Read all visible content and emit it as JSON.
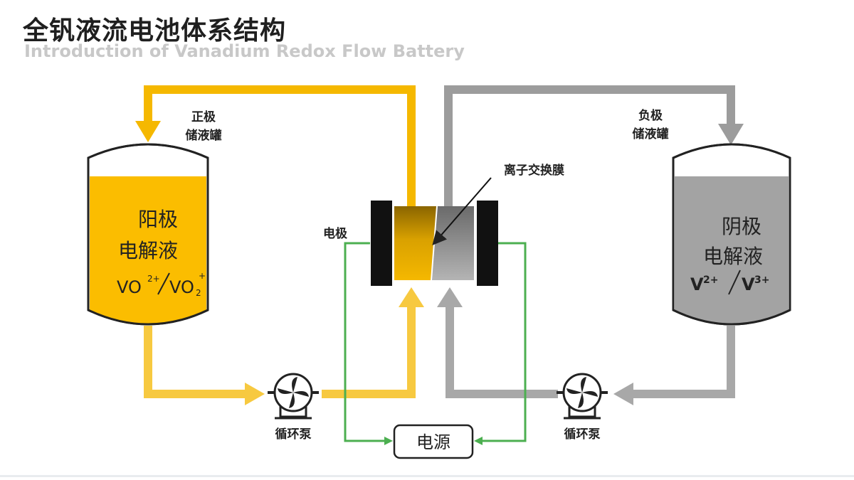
{
  "header": {
    "title": "全钒液流电池体系结构",
    "subtitle": "Introduction of Vanadium Redox Flow Battery"
  },
  "positive_tank": {
    "label_line1": "正极",
    "label_line2": "储液罐",
    "text_line1": "阳极",
    "text_line2": "电解液",
    "species_left": "VO",
    "species_left_sup": "2+",
    "species_slash": "/",
    "species_right": "VO",
    "species_right_sub": "2",
    "species_right_sup": "+"
  },
  "negative_tank": {
    "label_line1": "负极",
    "label_line2": "储液罐",
    "text_line1": "阴极",
    "text_line2": "电解液",
    "species_left": "V",
    "species_left_sup": "2+",
    "species_slash": "/",
    "species_right": "V",
    "species_right_sup": "3+"
  },
  "cell": {
    "membrane_label": "离子交换膜",
    "electrode_label": "电极"
  },
  "pumps": {
    "left_label": "循环泵",
    "right_label": "循环泵"
  },
  "power_source": {
    "label": "电源"
  },
  "colors": {
    "positive": "#f5b800",
    "positive_light": "#f7c940",
    "negative": "#9c9c9c",
    "wire": "#4caf50",
    "electrode": "#111111"
  }
}
